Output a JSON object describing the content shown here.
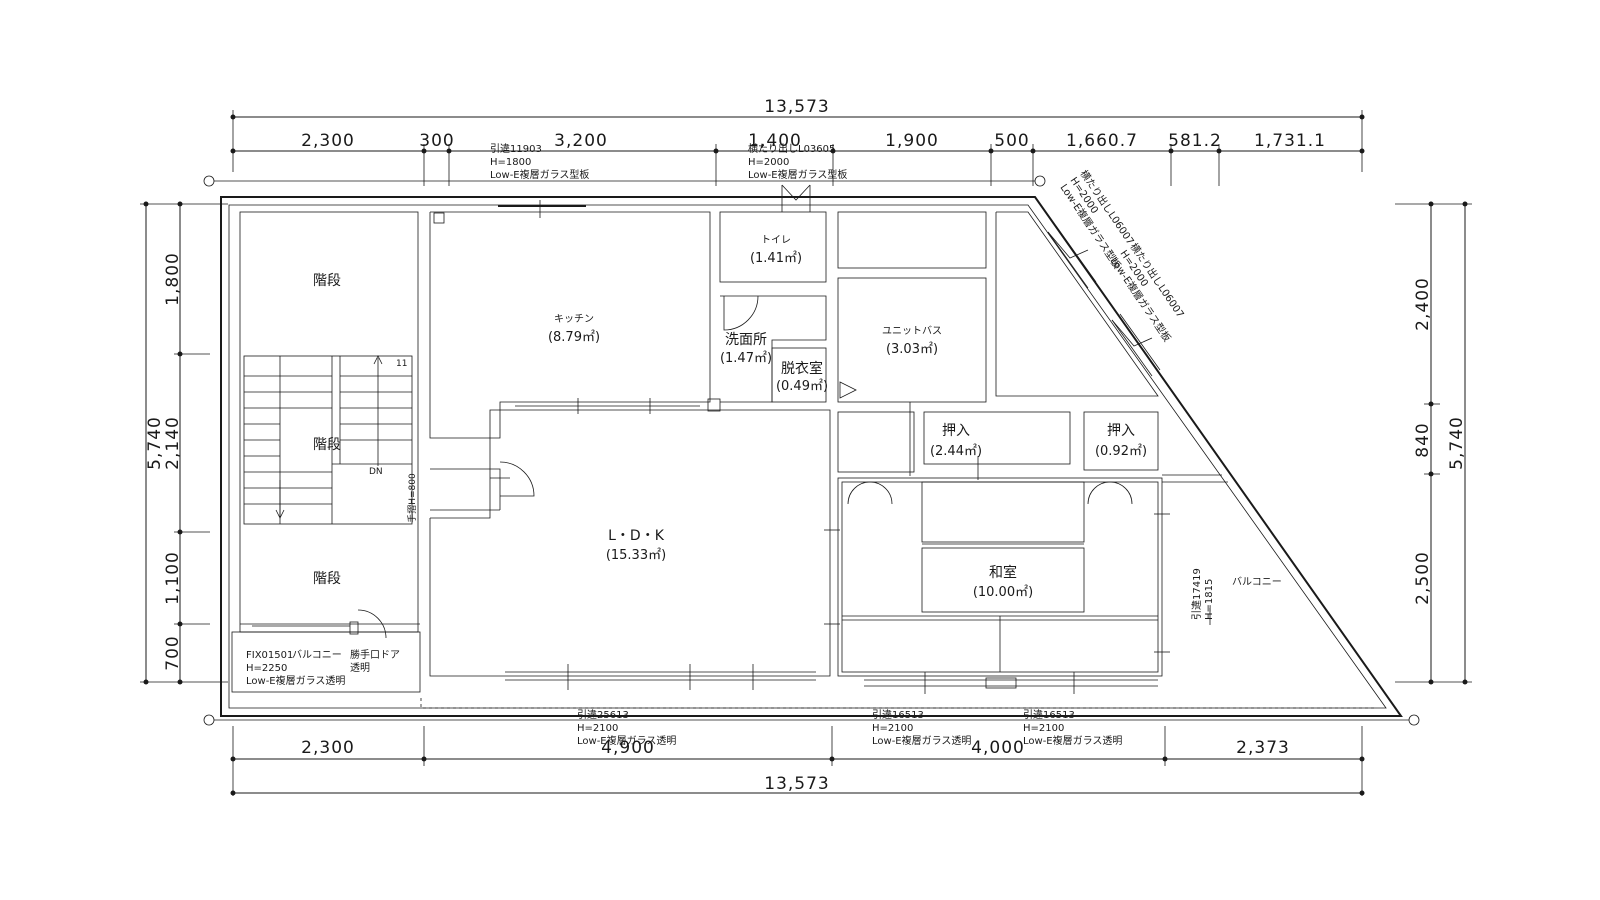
{
  "dimensions": {
    "top_total": "13,573",
    "top_segments": [
      "2,300",
      "300",
      "3,200",
      "1,400",
      "1,900",
      "500",
      "1,660.7",
      "581.2",
      "1,731.1"
    ],
    "bottom_segments": [
      "2,300",
      "4,900",
      "4,000",
      "2,373"
    ],
    "bottom_total": "13,573",
    "left_total": "5,740",
    "left_segments": [
      "1,800",
      "2,140",
      "1,100",
      "700"
    ],
    "right_total": "5,740",
    "right_segments": [
      "2,400",
      "840",
      "2,500"
    ]
  },
  "rooms": {
    "stairs_top": "階段",
    "stairs_mid": "階段",
    "stairs_bottom": "階段",
    "kitchen": {
      "name": "キッチン",
      "area": "(8.79㎡)"
    },
    "toilet": {
      "name": "トイレ",
      "area": "(1.41㎡)"
    },
    "washroom": {
      "name": "洗面所",
      "area": "(1.47㎡)"
    },
    "dressing": {
      "name": "脱衣室",
      "area": "(0.49㎡)"
    },
    "unit_bath": {
      "name": "ユニットバス",
      "area": "(3.03㎡)"
    },
    "closet_1": {
      "name": "押入",
      "area": "(2.44㎡)"
    },
    "closet_2": {
      "name": "押入",
      "area": "(0.92㎡)"
    },
    "ldk": {
      "name": "L・D・K",
      "area": "(15.33㎡)"
    },
    "washitsu": {
      "name": "和室",
      "area": "(10.00㎡)"
    },
    "balcony_right": "バルコニー",
    "balcony_left": "バルコニー"
  },
  "notes": {
    "top_window_1": [
      "引違11903",
      "H=1800",
      "Low-E複層ガラス型板"
    ],
    "top_window_2": [
      "横たり出しL03605",
      "H=2000",
      "Low-E複層ガラス型板"
    ],
    "diag_window_1": [
      "横たり出しL06007",
      "H=2000",
      "Low-E複層ガラス型板"
    ],
    "diag_window_2": [
      "横たり出しL06007",
      "H=2000",
      "Low-E複層ガラス型板"
    ],
    "right_window": [
      "引違17419",
      "H=1815"
    ],
    "bottom_window_1": [
      "引違25613",
      "H=2100",
      "Low-E複層ガラス透明"
    ],
    "bottom_window_2": [
      "引違16513",
      "H=2100",
      "Low-E複層ガラス透明"
    ],
    "bottom_window_3": [
      "引違16513",
      "H=2100",
      "Low-E複層ガラス透明"
    ],
    "left_window": [
      "FIX01501",
      "H=2250",
      "Low-E複層ガラス透明"
    ],
    "door_label": [
      "勝手口ドア",
      "透明"
    ],
    "handrail": "手摺H=800",
    "stair_dn": "DN",
    "stair_count": "11"
  }
}
